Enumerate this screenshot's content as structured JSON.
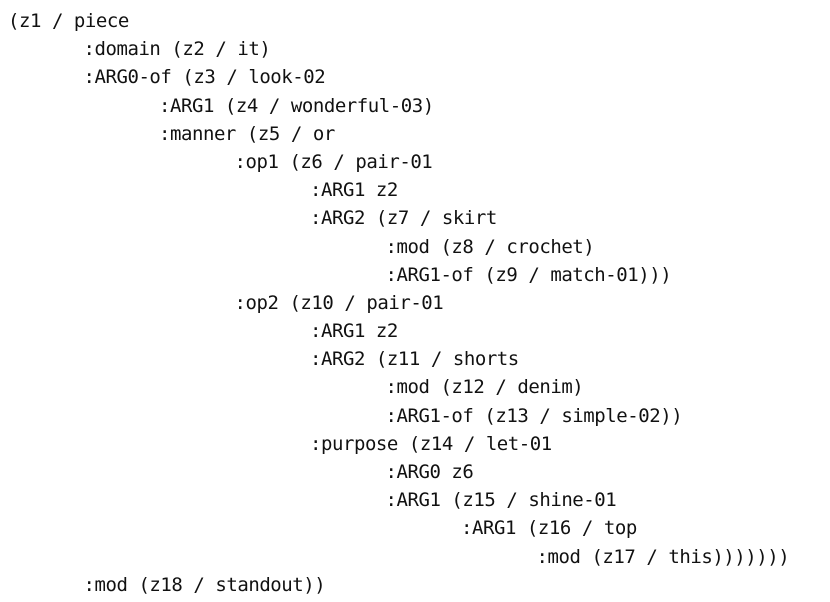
{
  "amr_lines": [
    {
      "indent": 0,
      "text": "(z1 / piece"
    },
    {
      "indent": 1,
      "text": ":domain (z2 / it)"
    },
    {
      "indent": 1,
      "text": ":ARG0-of (z3 / look-02"
    },
    {
      "indent": 2,
      "text": ":ARG1 (z4 / wonderful-03)"
    },
    {
      "indent": 2,
      "text": ":manner (z5 / or"
    },
    {
      "indent": 3,
      "text": ":op1 (z6 / pair-01"
    },
    {
      "indent": 4,
      "text": ":ARG1 z2"
    },
    {
      "indent": 4,
      "text": ":ARG2 (z7 / skirt"
    },
    {
      "indent": 5,
      "text": ":mod (z8 / crochet)"
    },
    {
      "indent": 5,
      "text": ":ARG1-of (z9 / match-01)))"
    },
    {
      "indent": 3,
      "text": ":op2 (z10 / pair-01"
    },
    {
      "indent": 4,
      "text": ":ARG1 z2"
    },
    {
      "indent": 4,
      "text": ":ARG2 (z11 / shorts"
    },
    {
      "indent": 5,
      "text": ":mod (z12 / denim)"
    },
    {
      "indent": 5,
      "text": ":ARG1-of (z13 / simple-02))"
    },
    {
      "indent": 4,
      "text": ":purpose (z14 / let-01"
    },
    {
      "indent": 5,
      "text": ":ARG0 z6"
    },
    {
      "indent": 5,
      "text": ":ARG1 (z15 / shine-01"
    },
    {
      "indent": 6,
      "text": ":ARG1 (z16 / top"
    },
    {
      "indent": 7,
      "text": ":mod (z17 / this)))))))"
    },
    {
      "indent": 1,
      "text": ":mod (z18 / standout))"
    }
  ]
}
